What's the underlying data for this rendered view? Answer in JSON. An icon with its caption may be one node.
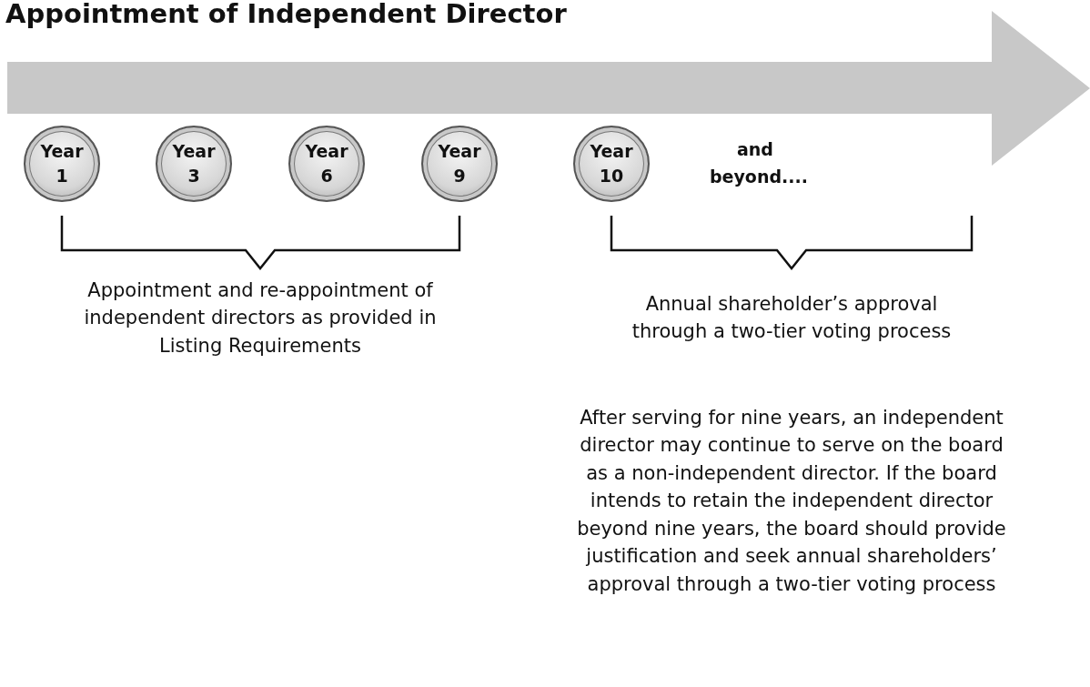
{
  "diagram": {
    "title": "Appointment of Independent Director",
    "nodes": [
      {
        "text": [
          "Year 1"
        ]
      },
      {
        "text": [
          "Year 3"
        ]
      },
      {
        "text": [
          "Year 6"
        ]
      },
      {
        "text": [
          "Year 9"
        ]
      },
      {
        "text": [
          "Year 10"
        ]
      }
    ],
    "edges": [],
    "labels": [
      "and beyond....",
      "Appointment and re-appointment of independent directors as provided in Listing Requirements",
      "Annual shareholder’s approval through a two-tier voting process",
      "After serving for nine years, an independent director may continue to serve on the board as a non-independent director. If the board intends to retain the independent director beyond nine years, the board should provide justification and seek annual shareholders’ approval through a two-tier voting process"
    ]
  }
}
